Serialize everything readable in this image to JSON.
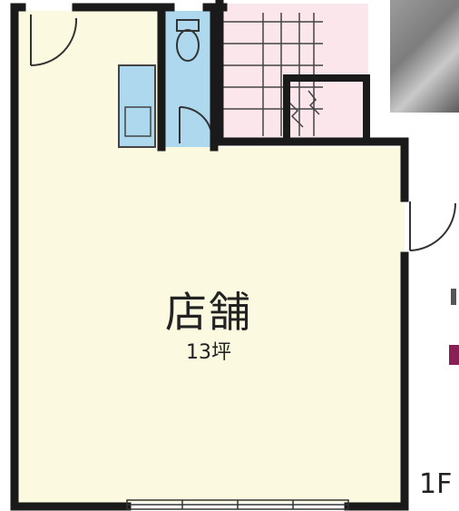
{
  "room": {
    "name": "店舗",
    "area": "13坪"
  },
  "floor": {
    "label": "1F"
  },
  "colors": {
    "floor": "#fbf9df",
    "wet_area": "#aed8ee",
    "stairs": "#fbe6ec",
    "wall": "#1a1a1a"
  }
}
